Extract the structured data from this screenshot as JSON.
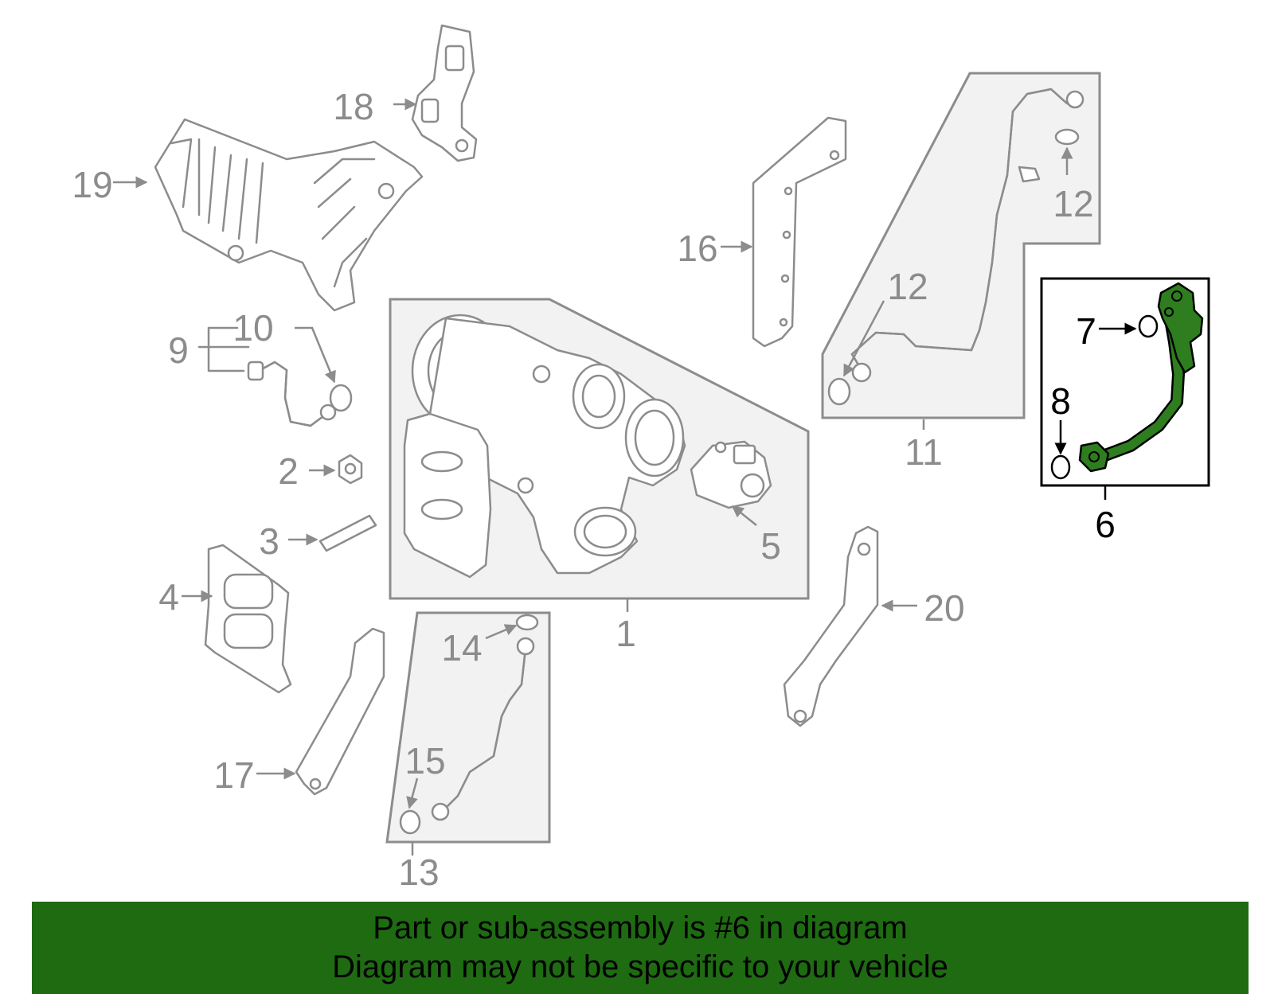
{
  "diagram": {
    "highlight_color": "#2e7d1f",
    "outline_color": "#8c8c8c",
    "callouts": {
      "c1": "1",
      "c2": "2",
      "c3": "3",
      "c4": "4",
      "c5": "5",
      "c6": "6",
      "c7": "7",
      "c8": "8",
      "c9": "9",
      "c10": "10",
      "c11": "11",
      "c12a": "12",
      "c12b": "12",
      "c13": "13",
      "c14": "14",
      "c15": "15",
      "c16": "16",
      "c17": "17",
      "c18": "18",
      "c19": "19",
      "c20": "20"
    }
  },
  "banner": {
    "line1": "Part or sub-assembly is #6 in diagram",
    "line2": "Diagram may not be specific to your vehicle",
    "background": "#1e6b12"
  }
}
